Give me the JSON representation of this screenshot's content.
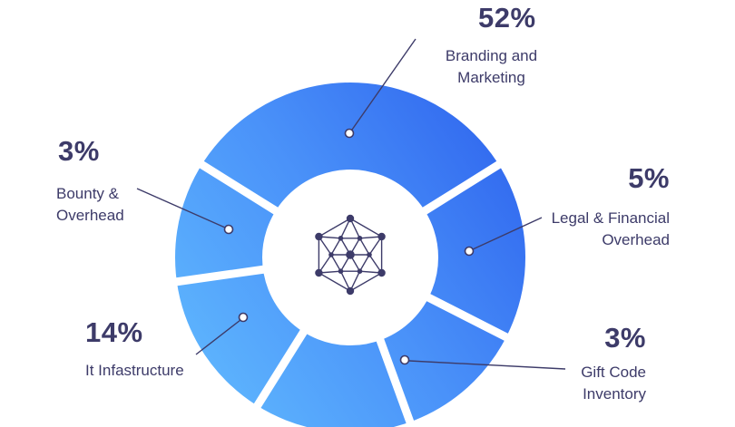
{
  "chart_data": {
    "type": "pie",
    "variant": "donut",
    "unit": "%",
    "segments": [
      {
        "label": "Branding and Marketing",
        "value": 52
      },
      {
        "label": "Legal & Financial Overhead",
        "value": 5
      },
      {
        "label": "Gift Code Inventory",
        "value": 3
      },
      {
        "label": "It Infastructure",
        "value": 14
      },
      {
        "label": "Bounty & Overhead",
        "value": 3
      }
    ],
    "unlabeled_segment_cut_off_at_bottom_edge": true,
    "slice_boundary_angles_deg_clockwise_from_top": [
      58,
      117,
      160,
      212,
      262,
      302
    ],
    "style": {
      "gradient_start": "#5cb5fe",
      "gradient_end": "#3066ef",
      "label_color": "#3d3b69",
      "separator_color": "#ffffff",
      "center_icon": "hexagon-network"
    }
  },
  "labels": {
    "branding": {
      "pct": "52%",
      "line1": "Branding and",
      "line2": "Marketing"
    },
    "legal": {
      "pct": "5%",
      "line1": "Legal & Financial",
      "line2": "Overhead"
    },
    "gift": {
      "pct": "3%",
      "line1": "Gift Code",
      "line2": "Inventory"
    },
    "infra": {
      "pct": "14%",
      "line1": "It Infastructure"
    },
    "bounty": {
      "pct": "3%",
      "line1": "Bounty &",
      "line2": "Overhead"
    }
  }
}
